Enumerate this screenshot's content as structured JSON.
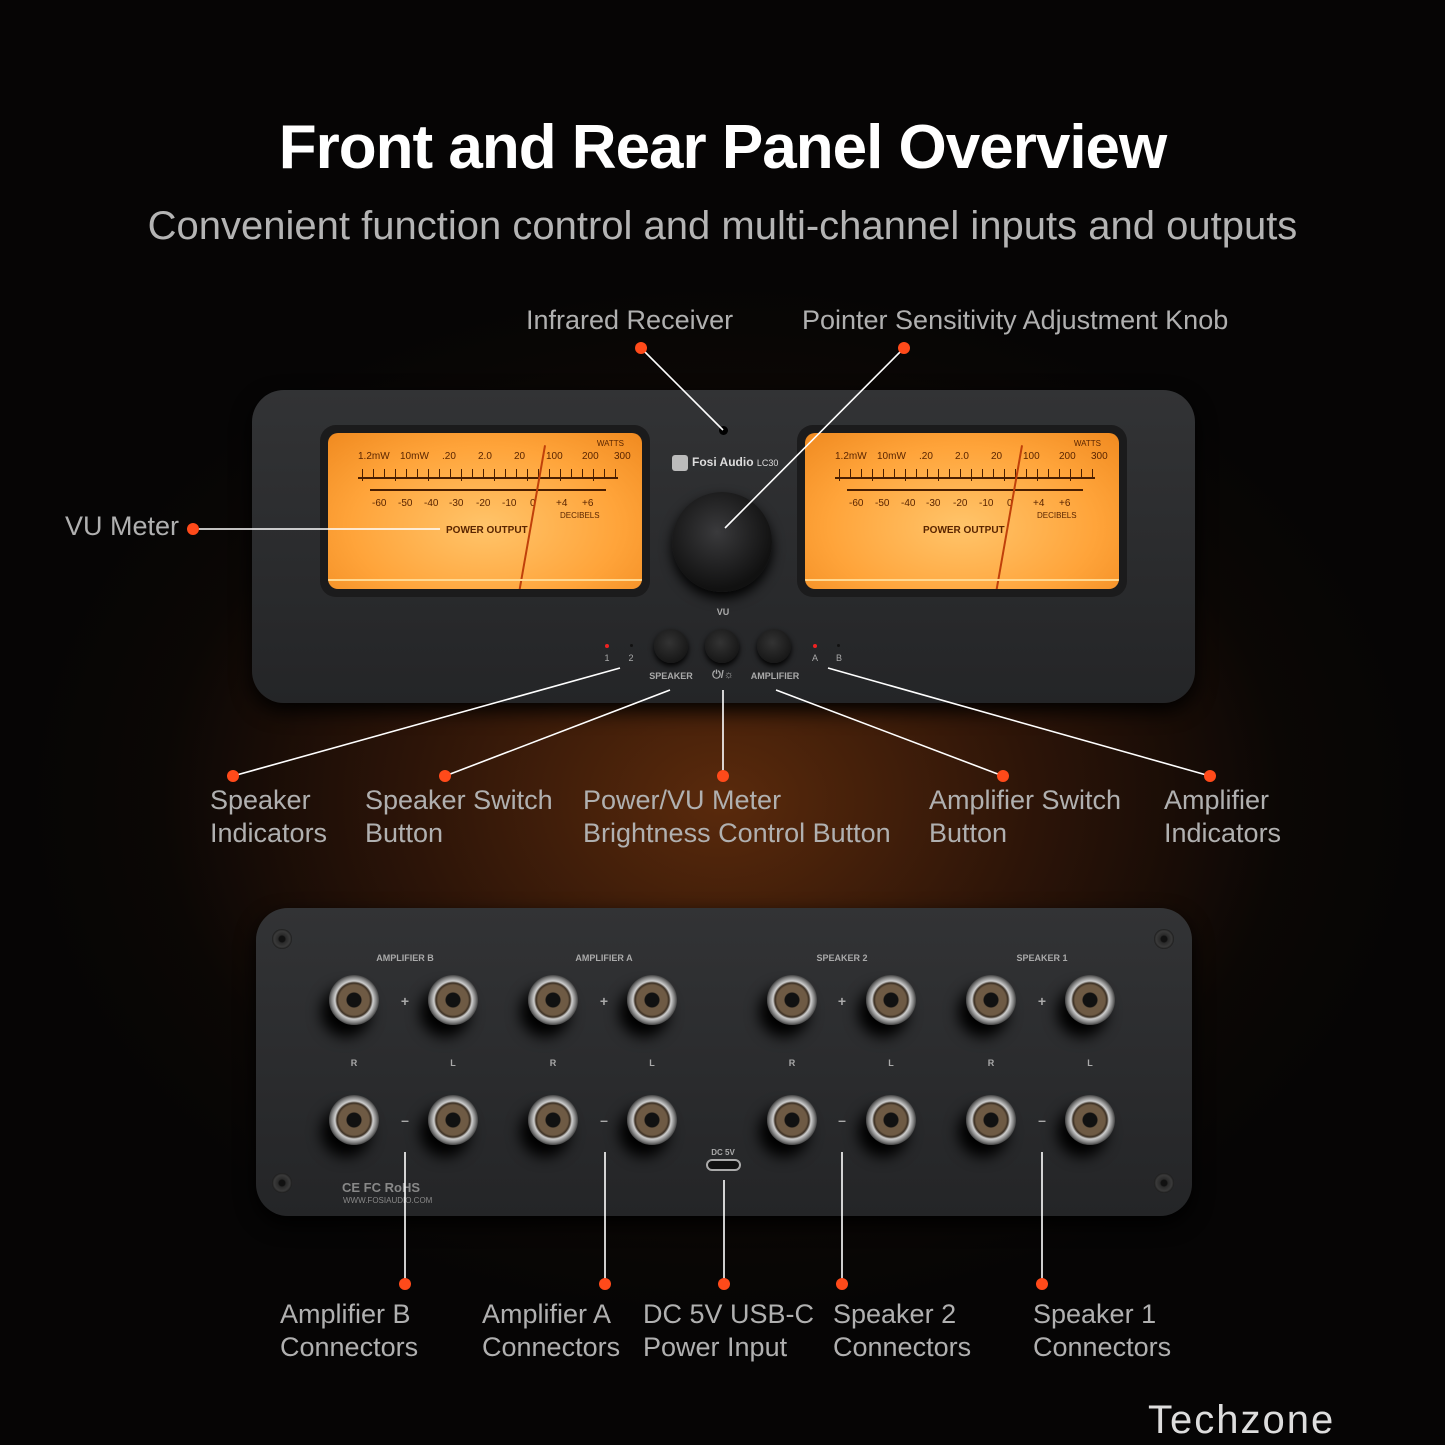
{
  "title": "Front and Rear Panel Overview",
  "subtitle": "Convenient function control and multi-channel inputs and outputs",
  "front_callouts": {
    "infrared": "Infrared Receiver",
    "knob": "Pointer Sensitivity Adjustment Knob",
    "vu": "VU Meter",
    "speaker_ind": [
      "Speaker",
      "Indicators"
    ],
    "speaker_btn": [
      "Speaker Switch",
      "Button"
    ],
    "power": [
      "Power/VU Meter",
      "Brightness Control Button"
    ],
    "amp_btn": [
      "Amplifier Switch",
      "Button"
    ],
    "amp_ind": [
      "Amplifier",
      "Indicators"
    ]
  },
  "rear_callouts": {
    "amp_b": [
      "Amplifier B",
      "Connectors"
    ],
    "amp_a": [
      "Amplifier A",
      "Connectors"
    ],
    "dc": [
      "DC 5V USB-C",
      "Power Input"
    ],
    "spk2": [
      "Speaker 2",
      "Connectors"
    ],
    "spk1": [
      "Speaker 1",
      "Connectors"
    ]
  },
  "meter": {
    "watts_label": "WATTS",
    "watts": [
      "1.2mW",
      "10mW",
      ".20",
      "2.0",
      "20",
      "100",
      "200",
      "300"
    ],
    "db": [
      "-60",
      "-50",
      "-40",
      "-30",
      "-20",
      "-10",
      "0",
      "+4",
      "+6"
    ],
    "db_label": "DECIBELS",
    "caption": "POWER  OUTPUT"
  },
  "front": {
    "brand": "Fosi Audio",
    "model": "LC30",
    "vu": "VU",
    "speaker": "SPEAKER",
    "power": "⏻/☼",
    "amplifier": "AMPLIFIER",
    "ind1": "1",
    "ind2": "2",
    "indA": "A",
    "indB": "B"
  },
  "rear": {
    "groups": [
      "AMPLIFIER  B",
      "AMPLIFIER  A",
      "SPEAKER 2",
      "SPEAKER 1"
    ],
    "r": "R",
    "l": "L",
    "plus": "+",
    "minus": "–",
    "dc": "DC 5V",
    "cert": "CE FC RoHS",
    "url": "WWW.FOSIAUDIO.COM"
  },
  "accent": "#ff4a1a",
  "watermark": "Techzone"
}
